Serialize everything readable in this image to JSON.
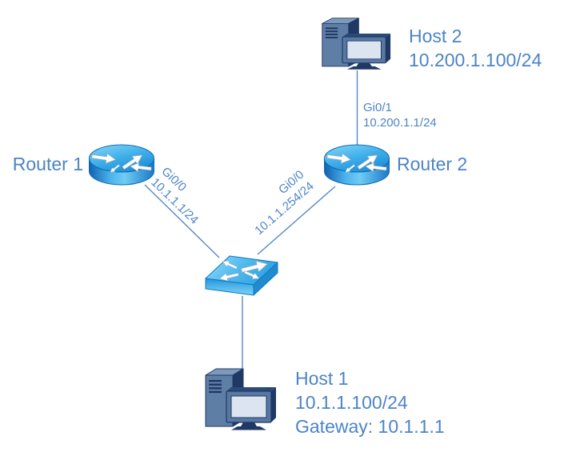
{
  "colors": {
    "labelText": "#4C84C6",
    "linkLine": "#5588C6",
    "routerBlue": "#2D9CE0",
    "switchBlue": "#45B3EC",
    "hostSlate": "#5F7EA6",
    "hostNavy": "#1F3864"
  },
  "nodes": {
    "router1": {
      "label": "Router 1"
    },
    "router2": {
      "label": "Router 2"
    },
    "host1": {
      "name": "Host 1",
      "ip": "10.1.1.100/24",
      "gateway": "Gateway: 10.1.1.1"
    },
    "host2": {
      "name": "Host 2",
      "ip": "10.200.1.100/24"
    }
  },
  "links": {
    "host2_router2": {
      "interface": "Gi0/1",
      "ip": "10.200.1.1/24"
    },
    "router1_switch": {
      "interface": "Gi0/0",
      "ip": "10.1.1.1/24"
    },
    "router2_switch": {
      "interface": "Gi0/0",
      "ip": "10.1.1.254/24"
    }
  }
}
